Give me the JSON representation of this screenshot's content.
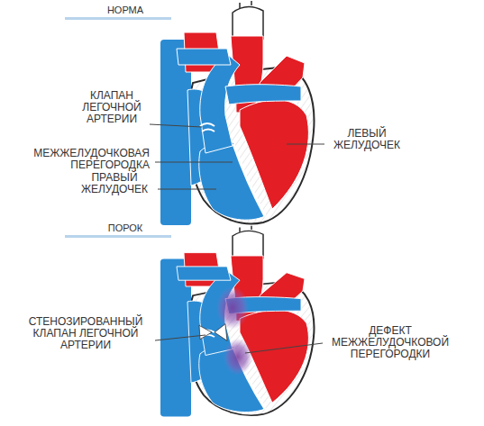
{
  "diagram": {
    "labels": [
      "НОРМА",
      "КЛАПАН ЛЕГОЧНОЙ АРТЕРИИ",
      "МЕЖЖЕЛУДОЧКОВАЯ ПЕРЕГОРОДКА",
      "ПРАВЫЙ ЖЕЛУДОЧЕК",
      "ЛЕВЫЙ ЖЕЛУДОЧЕК",
      "ПОРОК",
      "СТЕНОЗИРОВАННЫЙ КЛАПАН ЛЕГОЧНОЙ АРТЕРИИ",
      "ДЕФЕКТ МЕЖЖЕЛУДОЧКОВОЙ ПЕРЕГОРОДКИ"
    ]
  }
}
